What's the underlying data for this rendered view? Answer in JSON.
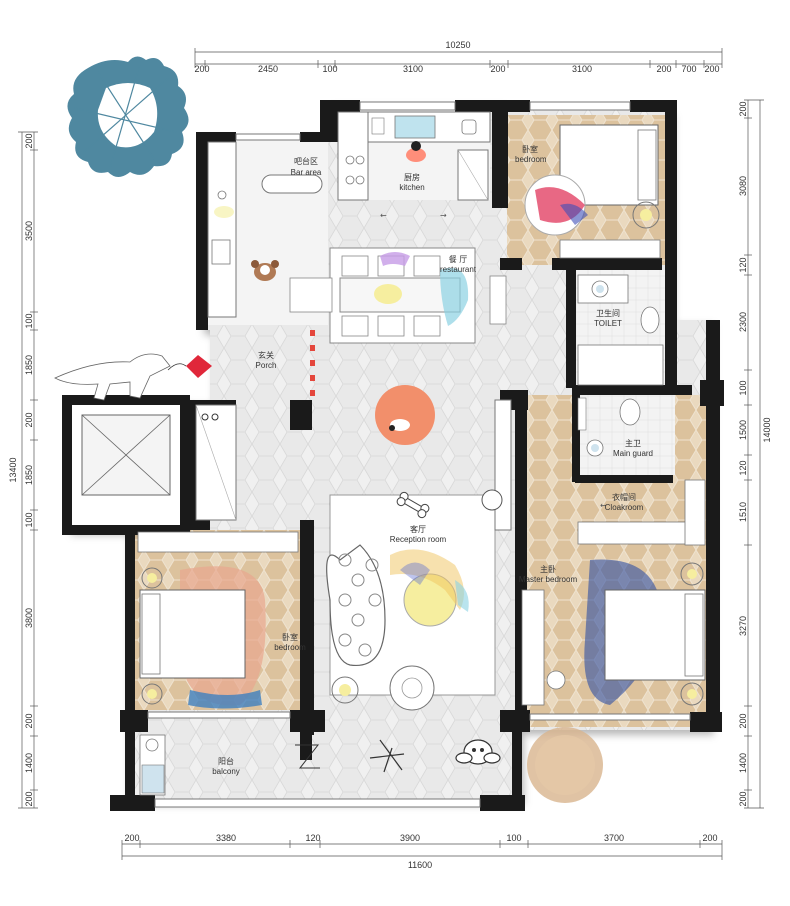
{
  "dimensions": {
    "top": {
      "total": "10250",
      "segments": [
        "200",
        "2450",
        "100",
        "3100",
        "200",
        "3100",
        "200",
        "700",
        "200"
      ]
    },
    "bottom": {
      "total": "11600",
      "segments": [
        "200",
        "3380",
        "120",
        "3900",
        "100",
        "3700",
        "200"
      ]
    },
    "left": {
      "total": "13400",
      "segments": [
        "200",
        "3500",
        "100",
        "1850",
        "200",
        "1850",
        "100",
        "3800",
        "200",
        "1400",
        "200"
      ]
    },
    "right": {
      "total": "14000",
      "segments": [
        "200",
        "3080",
        "120",
        "2300",
        "100",
        "1500",
        "120",
        "1510",
        "3270",
        "200",
        "1400",
        "200"
      ]
    }
  },
  "rooms": {
    "bar": {
      "cn": "吧台区",
      "en": "Bar area"
    },
    "kitchen": {
      "cn": "厨房",
      "en": "kitchen"
    },
    "bedroom_ne": {
      "cn": "卧室",
      "en": "bedroom"
    },
    "restaurant": {
      "cn": "餐 厅",
      "en": "restaurant"
    },
    "toilet": {
      "cn": "卫生间",
      "en": "TOILET"
    },
    "porch": {
      "cn": "玄关",
      "en": "Porch"
    },
    "main_guard": {
      "cn": "主卫",
      "en": "Main guard"
    },
    "cloakroom": {
      "cn": "衣帽间",
      "en": "Cloakroom"
    },
    "reception": {
      "cn": "客厅",
      "en": "Reception room"
    },
    "master": {
      "cn": "主卧",
      "en": "Master bedroom"
    },
    "bedroom_sw": {
      "cn": "卧室",
      "en": "bedroom"
    },
    "balcony": {
      "cn": "阳台",
      "en": "balcony"
    }
  },
  "colors": {
    "wall": "#1a1a1a",
    "floor_marble": "#eeeeee",
    "floor_wood": "#d9c3a3",
    "compass": "#4f88a0",
    "rug_orange": "#f28f6b",
    "lamp_yellow": "#f6ee9f",
    "plant_tan": "#d8b48d"
  },
  "icons": [
    "compass-icon",
    "dinosaur-icon",
    "kite-icon",
    "bone-icon",
    "bunny-icon"
  ]
}
